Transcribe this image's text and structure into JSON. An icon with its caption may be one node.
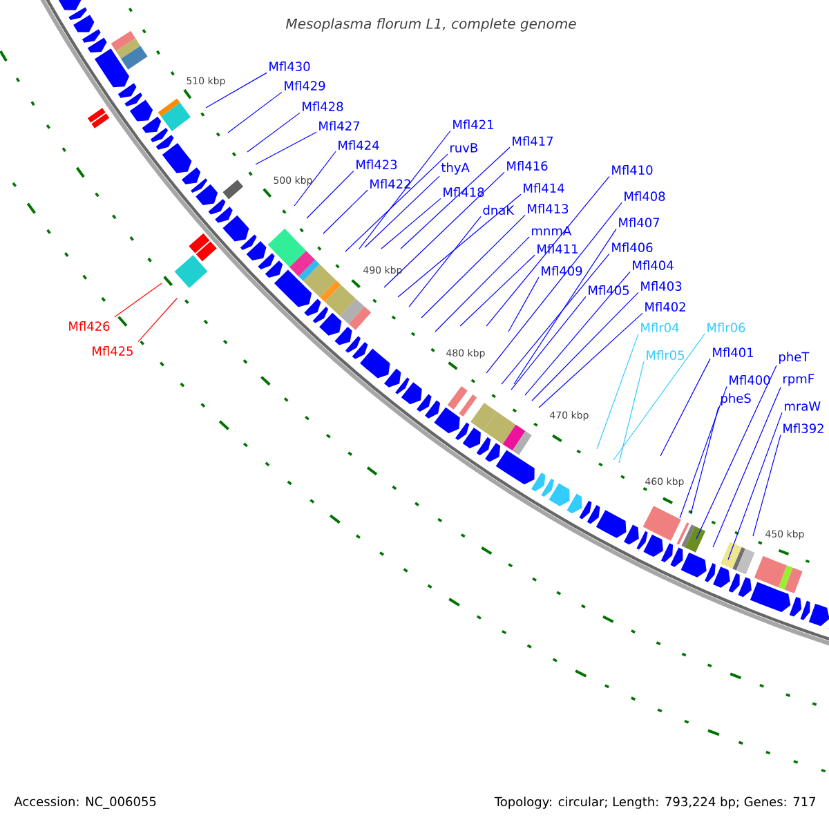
{
  "diagram": {
    "title": "Mesoplasma florum L1, complete genome",
    "nodes": [
      {
        "text": [
          "Mfl430"
        ]
      },
      {
        "text": [
          "Mfl429"
        ]
      },
      {
        "text": [
          "Mfl428"
        ]
      },
      {
        "text": [
          "Mfl421"
        ]
      },
      {
        "text": [
          "Mfl427"
        ]
      },
      {
        "text": [
          "Mfl417"
        ]
      },
      {
        "text": [
          "Mfl424"
        ]
      },
      {
        "text": [
          "ruvB"
        ]
      },
      {
        "text": [
          "Mfl416"
        ]
      },
      {
        "text": [
          "Mfl423"
        ]
      },
      {
        "text": [
          "thyA"
        ]
      },
      {
        "text": [
          "Mfl410"
        ]
      },
      {
        "text": [
          "Mfl422"
        ]
      },
      {
        "text": [
          "Mfl414"
        ]
      },
      {
        "text": [
          "Mfl418"
        ]
      },
      {
        "text": [
          "Mfl408"
        ]
      },
      {
        "text": [
          "dnaK"
        ]
      },
      {
        "text": [
          "Mfl413"
        ]
      },
      {
        "text": [
          "Mfl407"
        ]
      },
      {
        "text": [
          "mnmA"
        ]
      },
      {
        "text": [
          "Mfl411"
        ]
      },
      {
        "text": [
          "Mfl406"
        ]
      },
      {
        "text": [
          "Mfl404"
        ]
      },
      {
        "text": [
          "Mfl409"
        ]
      },
      {
        "text": [
          "Mfl403"
        ]
      },
      {
        "text": [
          "Mfl405"
        ]
      },
      {
        "text": [
          "Mfl402"
        ]
      },
      {
        "text": [
          "Mflr04"
        ]
      },
      {
        "text": [
          "Mflr06"
        ]
      },
      {
        "text": [
          "Mfl426"
        ]
      },
      {
        "text": [
          "Mflr05"
        ]
      },
      {
        "text": [
          "Mfl401"
        ]
      },
      {
        "text": [
          "Mfl425"
        ]
      },
      {
        "text": [
          "pheT"
        ]
      },
      {
        "text": [
          "Mfl400"
        ]
      },
      {
        "text": [
          "rpmF"
        ]
      },
      {
        "text": [
          "pheS"
        ]
      },
      {
        "text": [
          "mraW"
        ]
      },
      {
        "text": [
          "Mfl392"
        ]
      }
    ],
    "edges": [
      {
        "from": 0,
        "to": null,
        "arrow": "none"
      },
      {
        "from": 1,
        "to": null,
        "arrow": "none"
      },
      {
        "from": 2,
        "to": null,
        "arrow": "none"
      },
      {
        "from": 3,
        "to": null,
        "arrow": "none"
      },
      {
        "from": 4,
        "to": null,
        "arrow": "none"
      },
      {
        "from": 5,
        "to": null,
        "arrow": "none"
      },
      {
        "from": 6,
        "to": null,
        "arrow": "none"
      },
      {
        "from": 7,
        "to": null,
        "arrow": "none"
      },
      {
        "from": 8,
        "to": null,
        "arrow": "none"
      },
      {
        "from": 9,
        "to": null,
        "arrow": "none"
      },
      {
        "from": 10,
        "to": null,
        "arrow": "none"
      },
      {
        "from": 11,
        "to": null,
        "arrow": "none"
      },
      {
        "from": 12,
        "to": null,
        "arrow": "none"
      },
      {
        "from": 13,
        "to": null,
        "arrow": "none"
      },
      {
        "from": 14,
        "to": null,
        "arrow": "none"
      },
      {
        "from": 15,
        "to": null,
        "arrow": "none"
      },
      {
        "from": 16,
        "to": null,
        "arrow": "none"
      },
      {
        "from": 17,
        "to": null,
        "arrow": "none"
      },
      {
        "from": 18,
        "to": null,
        "arrow": "none"
      },
      {
        "from": 19,
        "to": null,
        "arrow": "none"
      },
      {
        "from": 20,
        "to": null,
        "arrow": "none"
      },
      {
        "from": 21,
        "to": null,
        "arrow": "none"
      },
      {
        "from": 22,
        "to": null,
        "arrow": "none"
      },
      {
        "from": 23,
        "to": null,
        "arrow": "none"
      },
      {
        "from": 24,
        "to": null,
        "arrow": "none"
      },
      {
        "from": 25,
        "to": null,
        "arrow": "none"
      },
      {
        "from": 26,
        "to": null,
        "arrow": "none"
      },
      {
        "from": 27,
        "to": null,
        "arrow": "none",
        "color": "#33ccff"
      },
      {
        "from": 28,
        "to": null,
        "arrow": "none",
        "color": "#33ccff"
      },
      {
        "from": 29,
        "to": null,
        "arrow": "none",
        "color": "#ff0000"
      },
      {
        "from": 30,
        "to": null,
        "arrow": "none",
        "color": "#33ccff"
      },
      {
        "from": 31,
        "to": null,
        "arrow": "none"
      },
      {
        "from": 32,
        "to": null,
        "arrow": "none",
        "color": "#ff0000"
      },
      {
        "from": 33,
        "to": null,
        "arrow": "none"
      },
      {
        "from": 34,
        "to": null,
        "arrow": "none"
      },
      {
        "from": 35,
        "to": null,
        "arrow": "none"
      },
      {
        "from": 36,
        "to": null,
        "arrow": "none"
      },
      {
        "from": 37,
        "to": null,
        "arrow": "none"
      },
      {
        "from": 38,
        "to": null,
        "arrow": "none"
      }
    ],
    "labels": [
      "510 kbp",
      "500 kbp",
      "490 kbp",
      "480 kbp",
      "470 kbp",
      "460 kbp",
      "450 kbp",
      "Accession: NC_006055",
      "Topology: circular; Length: 793,224 bp; Genes: 717"
    ]
  }
}
